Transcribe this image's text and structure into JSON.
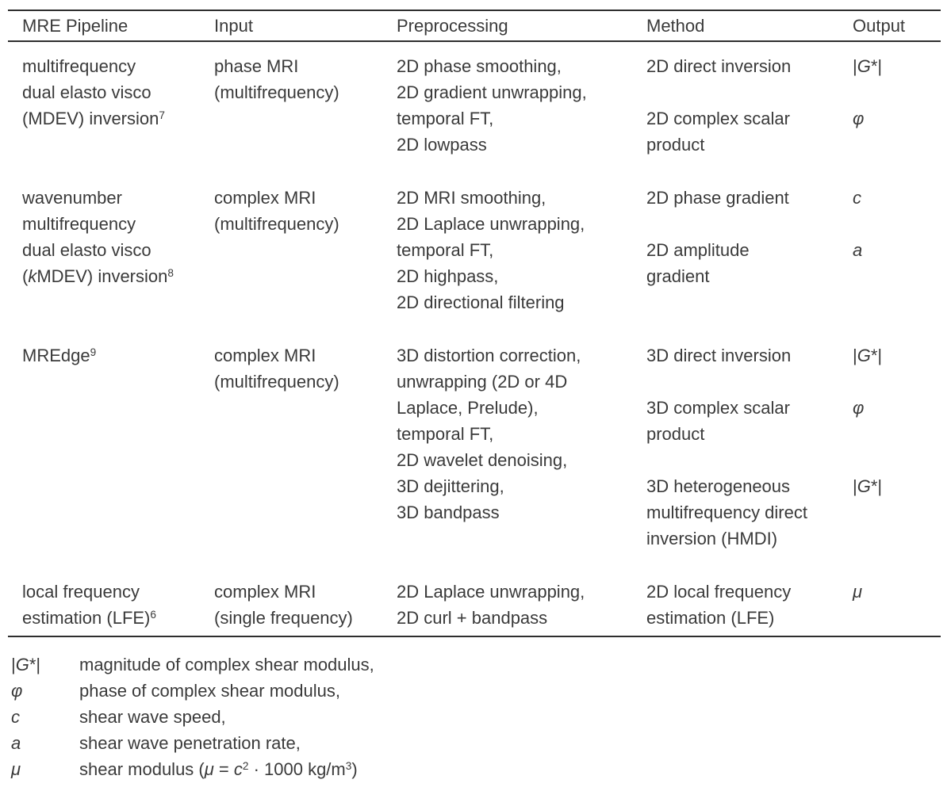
{
  "colors": {
    "background": "#ffffff",
    "text": "#3a3a3a",
    "rule": "#2e2e2e"
  },
  "table": {
    "headers": [
      {
        "label": "MRE Pipeline"
      },
      {
        "label": "Input"
      },
      {
        "label": "Preprocessing"
      },
      {
        "label": "Method"
      },
      {
        "label": "Output"
      }
    ],
    "rows": [
      {
        "pipeline": [
          [
            {
              "t": "multifrequency"
            }
          ],
          [
            {
              "t": "dual elasto visco"
            }
          ],
          [
            {
              "t": "(MDEV) inversion"
            },
            {
              "t": "7",
              "sup": true
            }
          ]
        ],
        "input": [
          [
            {
              "t": "phase MRI"
            }
          ],
          [
            {
              "t": "(multifrequency)"
            }
          ]
        ],
        "preprocessing": [
          [
            {
              "t": "2D phase smoothing,"
            }
          ],
          [
            {
              "t": "2D gradient unwrapping,"
            }
          ],
          [
            {
              "t": "temporal FT,"
            }
          ],
          [
            {
              "t": "2D lowpass"
            }
          ]
        ],
        "method": [
          [
            {
              "t": "2D direct inversion"
            }
          ],
          [],
          [
            {
              "t": "2D complex scalar"
            }
          ],
          [
            {
              "t": "product"
            }
          ]
        ],
        "output": [
          [
            {
              "t": "|"
            },
            {
              "t": "G",
              "i": true
            },
            {
              "t": "*|"
            }
          ],
          [],
          [
            {
              "t": "φ",
              "i": true
            }
          ]
        ]
      },
      {
        "pipeline": [
          [
            {
              "t": "wavenumber"
            }
          ],
          [
            {
              "t": "multifrequency"
            }
          ],
          [
            {
              "t": "dual elasto visco"
            }
          ],
          [
            {
              "t": "("
            },
            {
              "t": "k",
              "i": true
            },
            {
              "t": "MDEV) inversion"
            },
            {
              "t": "8",
              "sup": true
            }
          ]
        ],
        "input": [
          [
            {
              "t": "complex MRI"
            }
          ],
          [
            {
              "t": "(multifrequency)"
            }
          ]
        ],
        "preprocessing": [
          [
            {
              "t": "2D MRI smoothing,"
            }
          ],
          [
            {
              "t": "2D Laplace unwrapping,"
            }
          ],
          [
            {
              "t": "temporal FT,"
            }
          ],
          [
            {
              "t": "2D highpass,"
            }
          ],
          [
            {
              "t": "2D directional filtering"
            }
          ]
        ],
        "method": [
          [
            {
              "t": "2D phase gradient"
            }
          ],
          [],
          [
            {
              "t": "2D amplitude"
            }
          ],
          [
            {
              "t": "gradient"
            }
          ]
        ],
        "output": [
          [
            {
              "t": "c",
              "i": true
            }
          ],
          [],
          [
            {
              "t": "a",
              "i": true
            }
          ]
        ]
      },
      {
        "pipeline": [
          [
            {
              "t": "MREdge"
            },
            {
              "t": "9",
              "sup": true
            }
          ]
        ],
        "input": [
          [
            {
              "t": "complex MRI"
            }
          ],
          [
            {
              "t": "(multifrequency)"
            }
          ]
        ],
        "preprocessing": [
          [
            {
              "t": "3D distortion correction,"
            }
          ],
          [
            {
              "t": "unwrapping (2D or 4D"
            }
          ],
          [
            {
              "t": "Laplace, Prelude),"
            }
          ],
          [
            {
              "t": "temporal FT,"
            }
          ],
          [
            {
              "t": "2D wavelet denoising,"
            }
          ],
          [
            {
              "t": "3D dejittering,"
            }
          ],
          [
            {
              "t": "3D bandpass"
            }
          ]
        ],
        "method": [
          [
            {
              "t": "3D direct inversion"
            }
          ],
          [],
          [
            {
              "t": "3D complex scalar"
            }
          ],
          [
            {
              "t": "product"
            }
          ],
          [],
          [
            {
              "t": "3D heterogeneous"
            }
          ],
          [
            {
              "t": "multifrequency direct"
            }
          ],
          [
            {
              "t": "inversion (HMDI)"
            }
          ]
        ],
        "output": [
          [
            {
              "t": "|"
            },
            {
              "t": "G",
              "i": true
            },
            {
              "t": "*|"
            }
          ],
          [],
          [
            {
              "t": "φ",
              "i": true
            }
          ],
          [],
          [],
          [
            {
              "t": "|"
            },
            {
              "t": "G",
              "i": true
            },
            {
              "t": "*|"
            }
          ]
        ]
      },
      {
        "pipeline": [
          [
            {
              "t": "local frequency"
            }
          ],
          [
            {
              "t": "estimation (LFE)"
            },
            {
              "t": "6",
              "sup": true
            }
          ]
        ],
        "input": [
          [
            {
              "t": "complex MRI"
            }
          ],
          [
            {
              "t": "(single frequency)"
            }
          ]
        ],
        "preprocessing": [
          [
            {
              "t": "2D Laplace unwrapping,"
            }
          ],
          [
            {
              "t": "2D curl + bandpass"
            }
          ]
        ],
        "method": [
          [
            {
              "t": "2D local frequency"
            }
          ],
          [
            {
              "t": "estimation (LFE)"
            }
          ]
        ],
        "output": [
          [
            {
              "t": "μ",
              "i": true
            }
          ]
        ]
      }
    ]
  },
  "legend": {
    "items": [
      {
        "symbol": [
          {
            "t": "|"
          },
          {
            "t": "G",
            "i": true
          },
          {
            "t": "*|"
          }
        ],
        "description": [
          {
            "t": "magnitude of complex shear modulus,"
          }
        ]
      },
      {
        "symbol": [
          {
            "t": "φ",
            "i": true
          }
        ],
        "description": [
          {
            "t": "phase of complex shear modulus,"
          }
        ]
      },
      {
        "symbol": [
          {
            "t": "c",
            "i": true
          }
        ],
        "description": [
          {
            "t": "shear wave speed,"
          }
        ]
      },
      {
        "symbol": [
          {
            "t": "a",
            "i": true
          }
        ],
        "description": [
          {
            "t": "shear wave penetration rate,"
          }
        ]
      },
      {
        "symbol": [
          {
            "t": "μ",
            "i": true
          }
        ],
        "description": [
          {
            "t": "shear modulus ("
          },
          {
            "t": "μ",
            "i": true
          },
          {
            "t": " = "
          },
          {
            "t": "c",
            "i": true
          },
          {
            "t": "2",
            "sup": true
          },
          {
            "t": " · 1000 kg/m"
          },
          {
            "t": "3",
            "sup": true
          },
          {
            "t": ")"
          }
        ]
      }
    ]
  }
}
